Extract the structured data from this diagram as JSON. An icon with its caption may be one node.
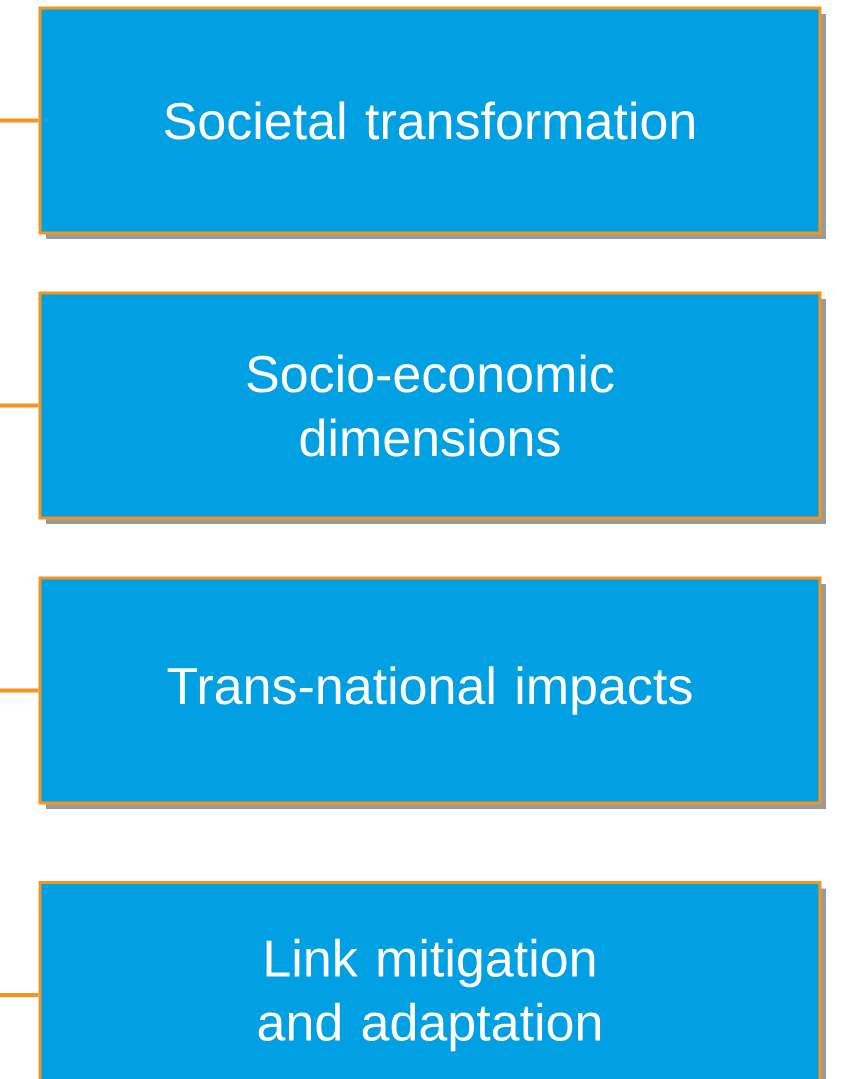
{
  "diagram": {
    "nodes": [
      {
        "text": [
          "Societal transformation"
        ]
      },
      {
        "text": [
          "Socio-economic dimensions"
        ]
      },
      {
        "text": [
          "Trans-national impacts"
        ]
      },
      {
        "text": [
          "Link mitigation and adaptation"
        ]
      }
    ],
    "edges": [
      {
        "from": null,
        "to": 0,
        "arrow": "none"
      },
      {
        "from": null,
        "to": 1,
        "arrow": "none"
      },
      {
        "from": null,
        "to": 2,
        "arrow": "none"
      },
      {
        "from": null,
        "to": 3,
        "arrow": "none"
      }
    ]
  }
}
